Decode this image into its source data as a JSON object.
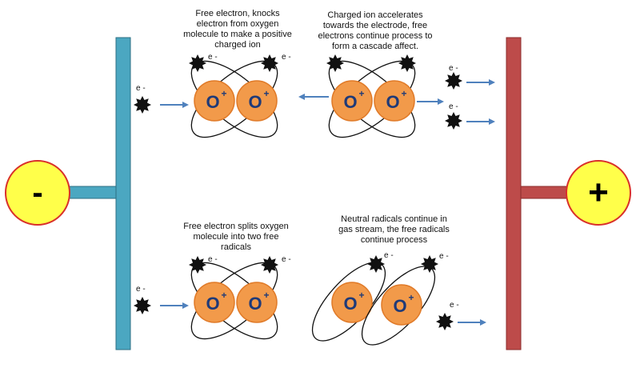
{
  "colors": {
    "negative_electrode": "#4ba7c1",
    "positive_electrode": "#bd4b4a",
    "terminal_fill": "#ffff4a",
    "terminal_stroke": "#d9302a",
    "atom_fill": "#f29a4a",
    "atom_stroke": "#e07a28",
    "atom_text": "#1f3a78",
    "arrow": "#4f81bd",
    "electron": "#111111"
  },
  "terminals": {
    "negative": {
      "symbol": "-"
    },
    "positive": {
      "symbol": "+"
    }
  },
  "electron_label": "e -",
  "ion_label": "O",
  "ion_charge": "+",
  "captions": {
    "ionization": "Free electron, knocks\nelectron from oxygen\nmolecule to make a positive\ncharged ion",
    "acceleration": "Charged ion accelerates\ntowards the electrode, free\nelectrons continue process to\nform a cascade affect.",
    "splitting": "Free electron splits oxygen\nmolecule into two free\nradicals",
    "radicals": "Neutral radicals continue in\ngas stream, the free radicals\ncontinue process"
  }
}
